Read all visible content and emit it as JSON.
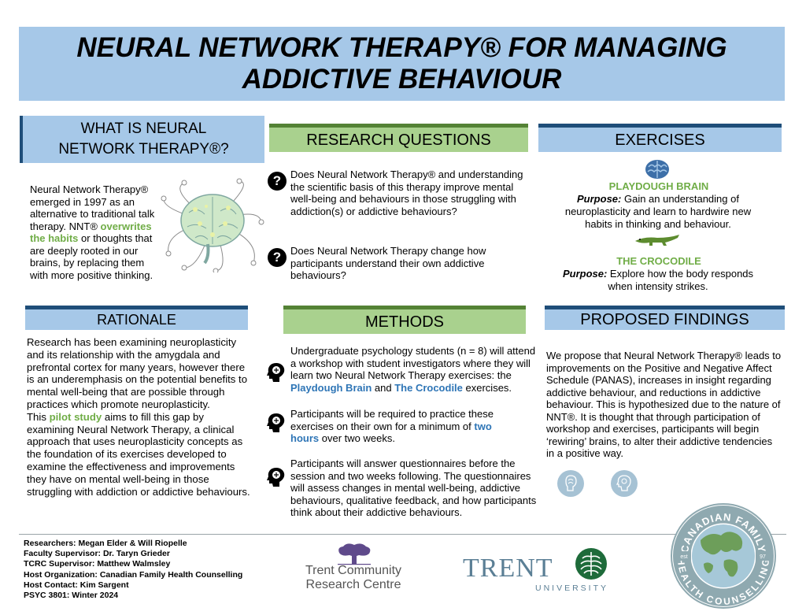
{
  "title": "NEURAL NETWORK THERAPY® FOR MANAGING ADDICTIVE BEHAVIOUR",
  "what_is": {
    "header": "WHAT IS NEURAL NETWORK THERAPY®?",
    "text_1": "Neural Network Therapy® emerged in 1997 as an alternative to traditional talk therapy. NNT® ",
    "highlight": "overwrites the habits",
    "text_2": " or thoughts that are deeply rooted in our brains, by replacing them with more positive thinking."
  },
  "research_questions": {
    "header": "RESEARCH QUESTIONS",
    "items": [
      "Does Neural Network Therapy® and understanding the scientific basis of this therapy improve mental well-being and behaviours in those struggling with addiction(s) or addictive behaviours?",
      "Does Neural Network Therapy change how participants understand their own addictive behaviours?"
    ]
  },
  "exercises": {
    "header": "EXERCISES",
    "items": [
      {
        "name": "PLAYDOUGH BRAIN",
        "purpose_label": "Purpose:",
        "purpose": " Gain an understanding of neuroplasticity and learn to hardwire new habits in thinking and behaviour.",
        "icon": "brain-icon"
      },
      {
        "name": "THE CROCODILE",
        "purpose_label": "Purpose:",
        "purpose": " Explore how the body responds when intensity strikes.",
        "icon": "crocodile-icon"
      }
    ]
  },
  "rationale": {
    "header": "RATIONALE",
    "p1": "Research has been examining neuroplasticity and its relationship with the amygdala and prefrontal cortex for many years, however there is an underemphasis on the potential benefits to mental well-being that are possible through practices which promote neuroplasticity.",
    "p2_a": "This ",
    "p2_highlight": "pilot study",
    "p2_b": " aims to fill this gap by examining Neural Network Therapy, a clinical approach that uses neuroplasticity concepts as the foundation of its exercises developed to examine the effectiveness and improvements they have on mental well-being in those struggling with addiction or addictive behaviours."
  },
  "methods": {
    "header": "METHODS",
    "m1_a": "Undergraduate psychology students (n = 8) will attend a workshop with student investigators where they will learn two Neural Network Therapy exercises: the ",
    "m1_h1": "Playdough Brain",
    "m1_b": " and ",
    "m1_h2": "The Crocodile",
    "m1_c": " exercises.",
    "m2_a": "Participants will be required to practice these exercises on their own for a minimum of ",
    "m2_h": "two hours",
    "m2_b": " over two weeks.",
    "m3": "Participants will answer questionnaires before the session and two weeks following. The questionnaires will assess changes in mental well-being, addictive behaviours, qualitative feedback, and how participants think about their addictive behaviours."
  },
  "findings": {
    "header": "PROPOSED FINDINGS",
    "text": "We propose that Neural Network Therapy® leads to improvements on the Positive and Negative Affect Schedule (PANAS), increases in insight regarding addictive behaviour, and reductions in addictive behaviour. This is hypothesized due to the nature of NNT®. It is thought that through participation of workshop and exercises, participants will begin ‘rewiring’ brains, to alter their addictive tendencies in a positive way."
  },
  "footer": {
    "lines": [
      "Researchers: Megan Elder & Will Riopelle",
      "Faculty Supervisor: Dr. Taryn Grieder",
      "TCRC Supervisor: Matthew Walmsley",
      "Host Organization: Canadian Family Health Counselling",
      "Host Contact: Kim Sargent",
      "PSYC 3801: Winter 2024"
    ],
    "tcrc_line1": "Trent Community",
    "tcrc_line2": "Research Centre",
    "trent_name": "TRENT",
    "trent_sub": "UNIVERSITY",
    "cfhc_top": "CANADIAN FAMILY",
    "cfhc_bottom": "HEALTH COUNSELLING",
    "cfhc_est": "est",
    "cfhc_year": "97"
  },
  "colors": {
    "blue_header": "#a6c8e8",
    "blue_border": "#1f4e79",
    "green_header": "#a9d18e",
    "green_border": "#548235",
    "green_text": "#70ad47",
    "blue_text": "#2e75b6",
    "trent_green": "#1e6b3a",
    "trent_blue": "#5b7f95"
  }
}
